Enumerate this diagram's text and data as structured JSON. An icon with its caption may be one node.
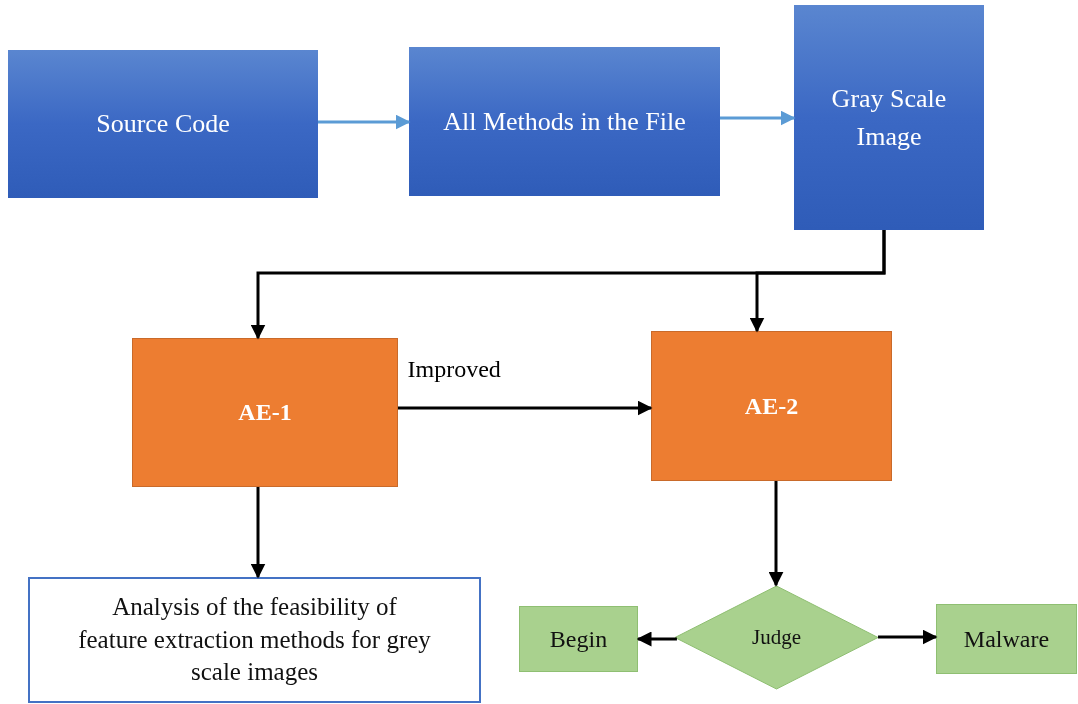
{
  "diagram": {
    "nodes": [
      {
        "text": [
          "Source Code"
        ]
      },
      {
        "text": [
          "All Methods in the File"
        ]
      },
      {
        "text": [
          "Gray Scale Image"
        ]
      },
      {
        "text": [
          "AE-1"
        ]
      },
      {
        "text": [
          "AE-2"
        ]
      },
      {
        "text": [
          "Analysis of the feasibility of feature extraction methods for grey scale images"
        ]
      },
      {
        "text": [
          "Judge"
        ]
      },
      {
        "text": [
          "Begin"
        ]
      },
      {
        "text": [
          "Malware"
        ]
      }
    ],
    "edges": [
      {
        "from": 0,
        "to": 1,
        "arrow": "to",
        "color": "#5b9bd5"
      },
      {
        "from": 1,
        "to": 2,
        "arrow": "to",
        "color": "#5b9bd5"
      },
      {
        "from": 2,
        "to": 3,
        "arrow": "to"
      },
      {
        "from": 2,
        "to": 4,
        "arrow": "to"
      },
      {
        "from": 3,
        "to": 4,
        "arrow": "to",
        "label": "Improved"
      },
      {
        "from": 3,
        "to": 5,
        "arrow": "to"
      },
      {
        "from": 4,
        "to": 6,
        "arrow": "to"
      },
      {
        "from": 6,
        "to": 7,
        "arrow": "to"
      },
      {
        "from": 6,
        "to": 8,
        "arrow": "to"
      }
    ]
  }
}
